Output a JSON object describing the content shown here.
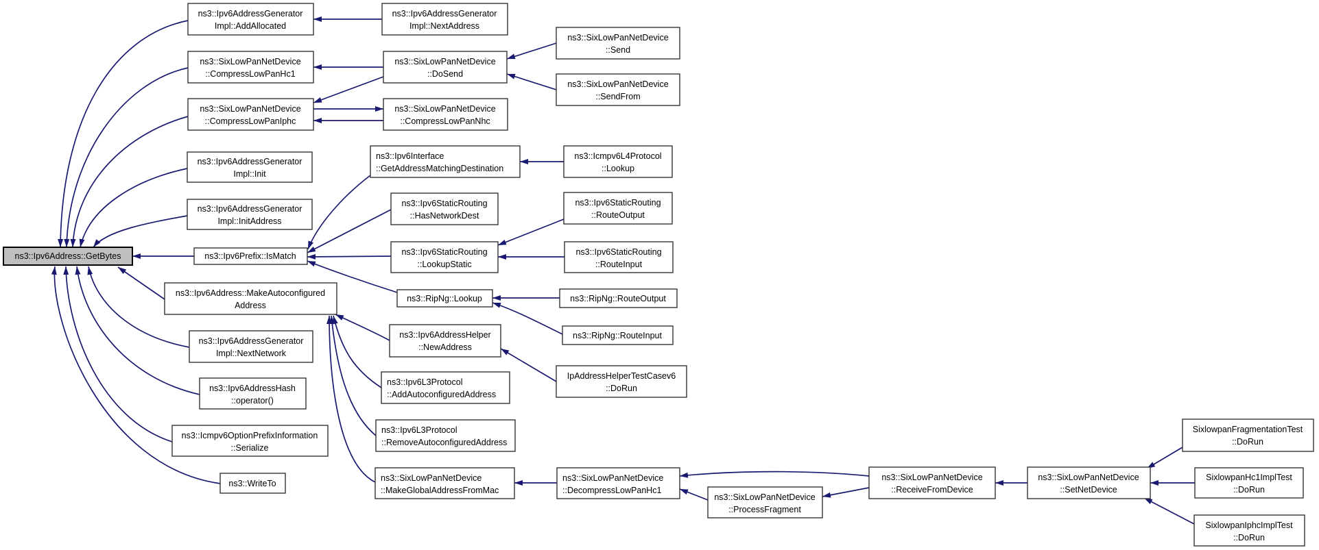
{
  "diagram": {
    "type": "doxygen-call-graph",
    "focus_function": "ns3::Ipv6Address::GetBytes",
    "edge_color": "#191970",
    "node_fill": "#ffffff",
    "focus_node_fill": "#bfbfbf",
    "node_border_color": "#343434",
    "background": "#ffffff"
  },
  "nodes": {
    "getbytes": {
      "line1": "ns3::Ipv6Address::GetBytes"
    },
    "addallocated": {
      "line1": "ns3::Ipv6AddressGenerator",
      "line2": "Impl::AddAllocated"
    },
    "compresslowpanhc1": {
      "line1": "ns3::SixLowPanNetDevice",
      "line2": "::CompressLowPanHc1"
    },
    "compresslowpaniphc": {
      "line1": "ns3::SixLowPanNetDevice",
      "line2": "::CompressLowPanIphc"
    },
    "init": {
      "line1": "ns3::Ipv6AddressGenerator",
      "line2": "Impl::Init"
    },
    "initaddress": {
      "line1": "ns3::Ipv6AddressGenerator",
      "line2": "Impl::InitAddress"
    },
    "ismatch": {
      "line1": "ns3::Ipv6Prefix::IsMatch"
    },
    "makeautoconfigured": {
      "line1": "ns3::Ipv6Address::MakeAutoconfigured",
      "line2": "Address"
    },
    "nextnetwork": {
      "line1": "ns3::Ipv6AddressGenerator",
      "line2": "Impl::NextNetwork"
    },
    "addresshash": {
      "line1": "ns3::Ipv6AddressHash",
      "line2": "::operator()"
    },
    "serialize": {
      "line1": "ns3::Icmpv6OptionPrefixInformation",
      "line2": "::Serialize"
    },
    "writeto": {
      "line1": "ns3::WriteTo"
    },
    "nextaddress": {
      "line1": "ns3::Ipv6AddressGenerator",
      "line2": "Impl::NextAddress"
    },
    "dosend": {
      "line1": "ns3::SixLowPanNetDevice",
      "line2": "::DoSend"
    },
    "compresslowpannhc": {
      "line1": "ns3::SixLowPanNetDevice",
      "line2": "::CompressLowPanNhc"
    },
    "getaddressmatchingdestination": {
      "line1": "ns3::Ipv6Interface",
      "line2": "::GetAddressMatchingDestination"
    },
    "hasnetworkdest": {
      "line1": "ns3::Ipv6StaticRouting",
      "line2": "::HasNetworkDest"
    },
    "lookupstatic": {
      "line1": "ns3::Ipv6StaticRouting",
      "line2": "::LookupStatic"
    },
    "ripnglookup": {
      "line1": "ns3::RipNg::Lookup"
    },
    "newaddress": {
      "line1": "ns3::Ipv6AddressHelper",
      "line2": "::NewAddress"
    },
    "addautoconfiguredaddress": {
      "line1": "ns3::Ipv6L3Protocol",
      "line2": "::AddAutoconfiguredAddress"
    },
    "removeautoconfiguredaddress": {
      "line1": "ns3::Ipv6L3Protocol",
      "line2": "::RemoveAutoconfiguredAddress"
    },
    "makeglobaladdressfrommac": {
      "line1": "ns3::SixLowPanNetDevice",
      "line2": "::MakeGlobalAddressFromMac"
    },
    "send": {
      "line1": "ns3::SixLowPanNetDevice",
      "line2": "::Send"
    },
    "sendfrom": {
      "line1": "ns3::SixLowPanNetDevice",
      "line2": "::SendFrom"
    },
    "icmpv6lookup": {
      "line1": "ns3::Icmpv6L4Protocol",
      "line2": "::Lookup"
    },
    "staticrouteoutput": {
      "line1": "ns3::Ipv6StaticRouting",
      "line2": "::RouteOutput"
    },
    "staticrouteinput": {
      "line1": "ns3::Ipv6StaticRouting",
      "line2": "::RouteInput"
    },
    "ripngrouteoutput": {
      "line1": "ns3::RipNg::RouteOutput"
    },
    "ripngrouteinput": {
      "line1": "ns3::RipNg::RouteInput"
    },
    "ipaddresshelpertest": {
      "line1": "IpAddressHelperTestCasev6",
      "line2": "::DoRun"
    },
    "decompresslowpanhc1": {
      "line1": "ns3::SixLowPanNetDevice",
      "line2": "::DecompressLowPanHc1"
    },
    "processfragment": {
      "line1": "ns3::SixLowPanNetDevice",
      "line2": "::ProcessFragment"
    },
    "receivefromdevice": {
      "line1": "ns3::SixLowPanNetDevice",
      "line2": "::ReceiveFromDevice"
    },
    "setnetdevice": {
      "line1": "ns3::SixLowPanNetDevice",
      "line2": "::SetNetDevice"
    },
    "fragmentationtest": {
      "line1": "SixlowpanFragmentationTest",
      "line2": "::DoRun"
    },
    "hc1impltest": {
      "line1": "SixlowpanHc1ImplTest",
      "line2": "::DoRun"
    },
    "iphcimpltest": {
      "line1": "SixlowpanIphcImplTest",
      "line2": "::DoRun"
    }
  },
  "edges": [
    {
      "from": "nextaddress",
      "to": "addallocated"
    },
    {
      "from": "addallocated",
      "to": "getbytes"
    },
    {
      "from": "compresslowpanhc1",
      "to": "getbytes"
    },
    {
      "from": "compresslowpaniphc",
      "to": "getbytes"
    },
    {
      "from": "init",
      "to": "getbytes"
    },
    {
      "from": "initaddress",
      "to": "getbytes"
    },
    {
      "from": "ismatch",
      "to": "getbytes"
    },
    {
      "from": "makeautoconfigured",
      "to": "getbytes"
    },
    {
      "from": "nextnetwork",
      "to": "getbytes"
    },
    {
      "from": "addresshash",
      "to": "getbytes"
    },
    {
      "from": "serialize",
      "to": "getbytes"
    },
    {
      "from": "writeto",
      "to": "getbytes"
    },
    {
      "from": "dosend",
      "to": "compresslowpanhc1"
    },
    {
      "from": "dosend",
      "to": "compresslowpaniphc"
    },
    {
      "from": "compresslowpaniphc",
      "to": "compresslowpannhc"
    },
    {
      "from": "compresslowpannhc",
      "to": "compresslowpaniphc"
    },
    {
      "from": "send",
      "to": "dosend"
    },
    {
      "from": "sendfrom",
      "to": "dosend"
    },
    {
      "from": "icmpv6lookup",
      "to": "getaddressmatchingdestination"
    },
    {
      "from": "getaddressmatchingdestination",
      "to": "ismatch"
    },
    {
      "from": "hasnetworkdest",
      "to": "ismatch"
    },
    {
      "from": "lookupstatic",
      "to": "ismatch"
    },
    {
      "from": "ripnglookup",
      "to": "ismatch"
    },
    {
      "from": "staticrouteoutput",
      "to": "lookupstatic"
    },
    {
      "from": "staticrouteinput",
      "to": "lookupstatic"
    },
    {
      "from": "ripngrouteoutput",
      "to": "ripnglookup"
    },
    {
      "from": "ripngrouteinput",
      "to": "ripnglookup"
    },
    {
      "from": "newaddress",
      "to": "makeautoconfigured"
    },
    {
      "from": "addautoconfiguredaddress",
      "to": "makeautoconfigured"
    },
    {
      "from": "removeautoconfiguredaddress",
      "to": "makeautoconfigured"
    },
    {
      "from": "makeglobaladdressfrommac",
      "to": "makeautoconfigured"
    },
    {
      "from": "ipaddresshelpertest",
      "to": "newaddress"
    },
    {
      "from": "decompresslowpanhc1",
      "to": "makeglobaladdressfrommac"
    },
    {
      "from": "receivefromdevice",
      "to": "decompresslowpanhc1"
    },
    {
      "from": "processfragment",
      "to": "decompresslowpanhc1"
    },
    {
      "from": "receivefromdevice",
      "to": "processfragment"
    },
    {
      "from": "setnetdevice",
      "to": "receivefromdevice"
    },
    {
      "from": "fragmentationtest",
      "to": "setnetdevice"
    },
    {
      "from": "hc1impltest",
      "to": "setnetdevice"
    },
    {
      "from": "iphcimpltest",
      "to": "setnetdevice"
    }
  ]
}
